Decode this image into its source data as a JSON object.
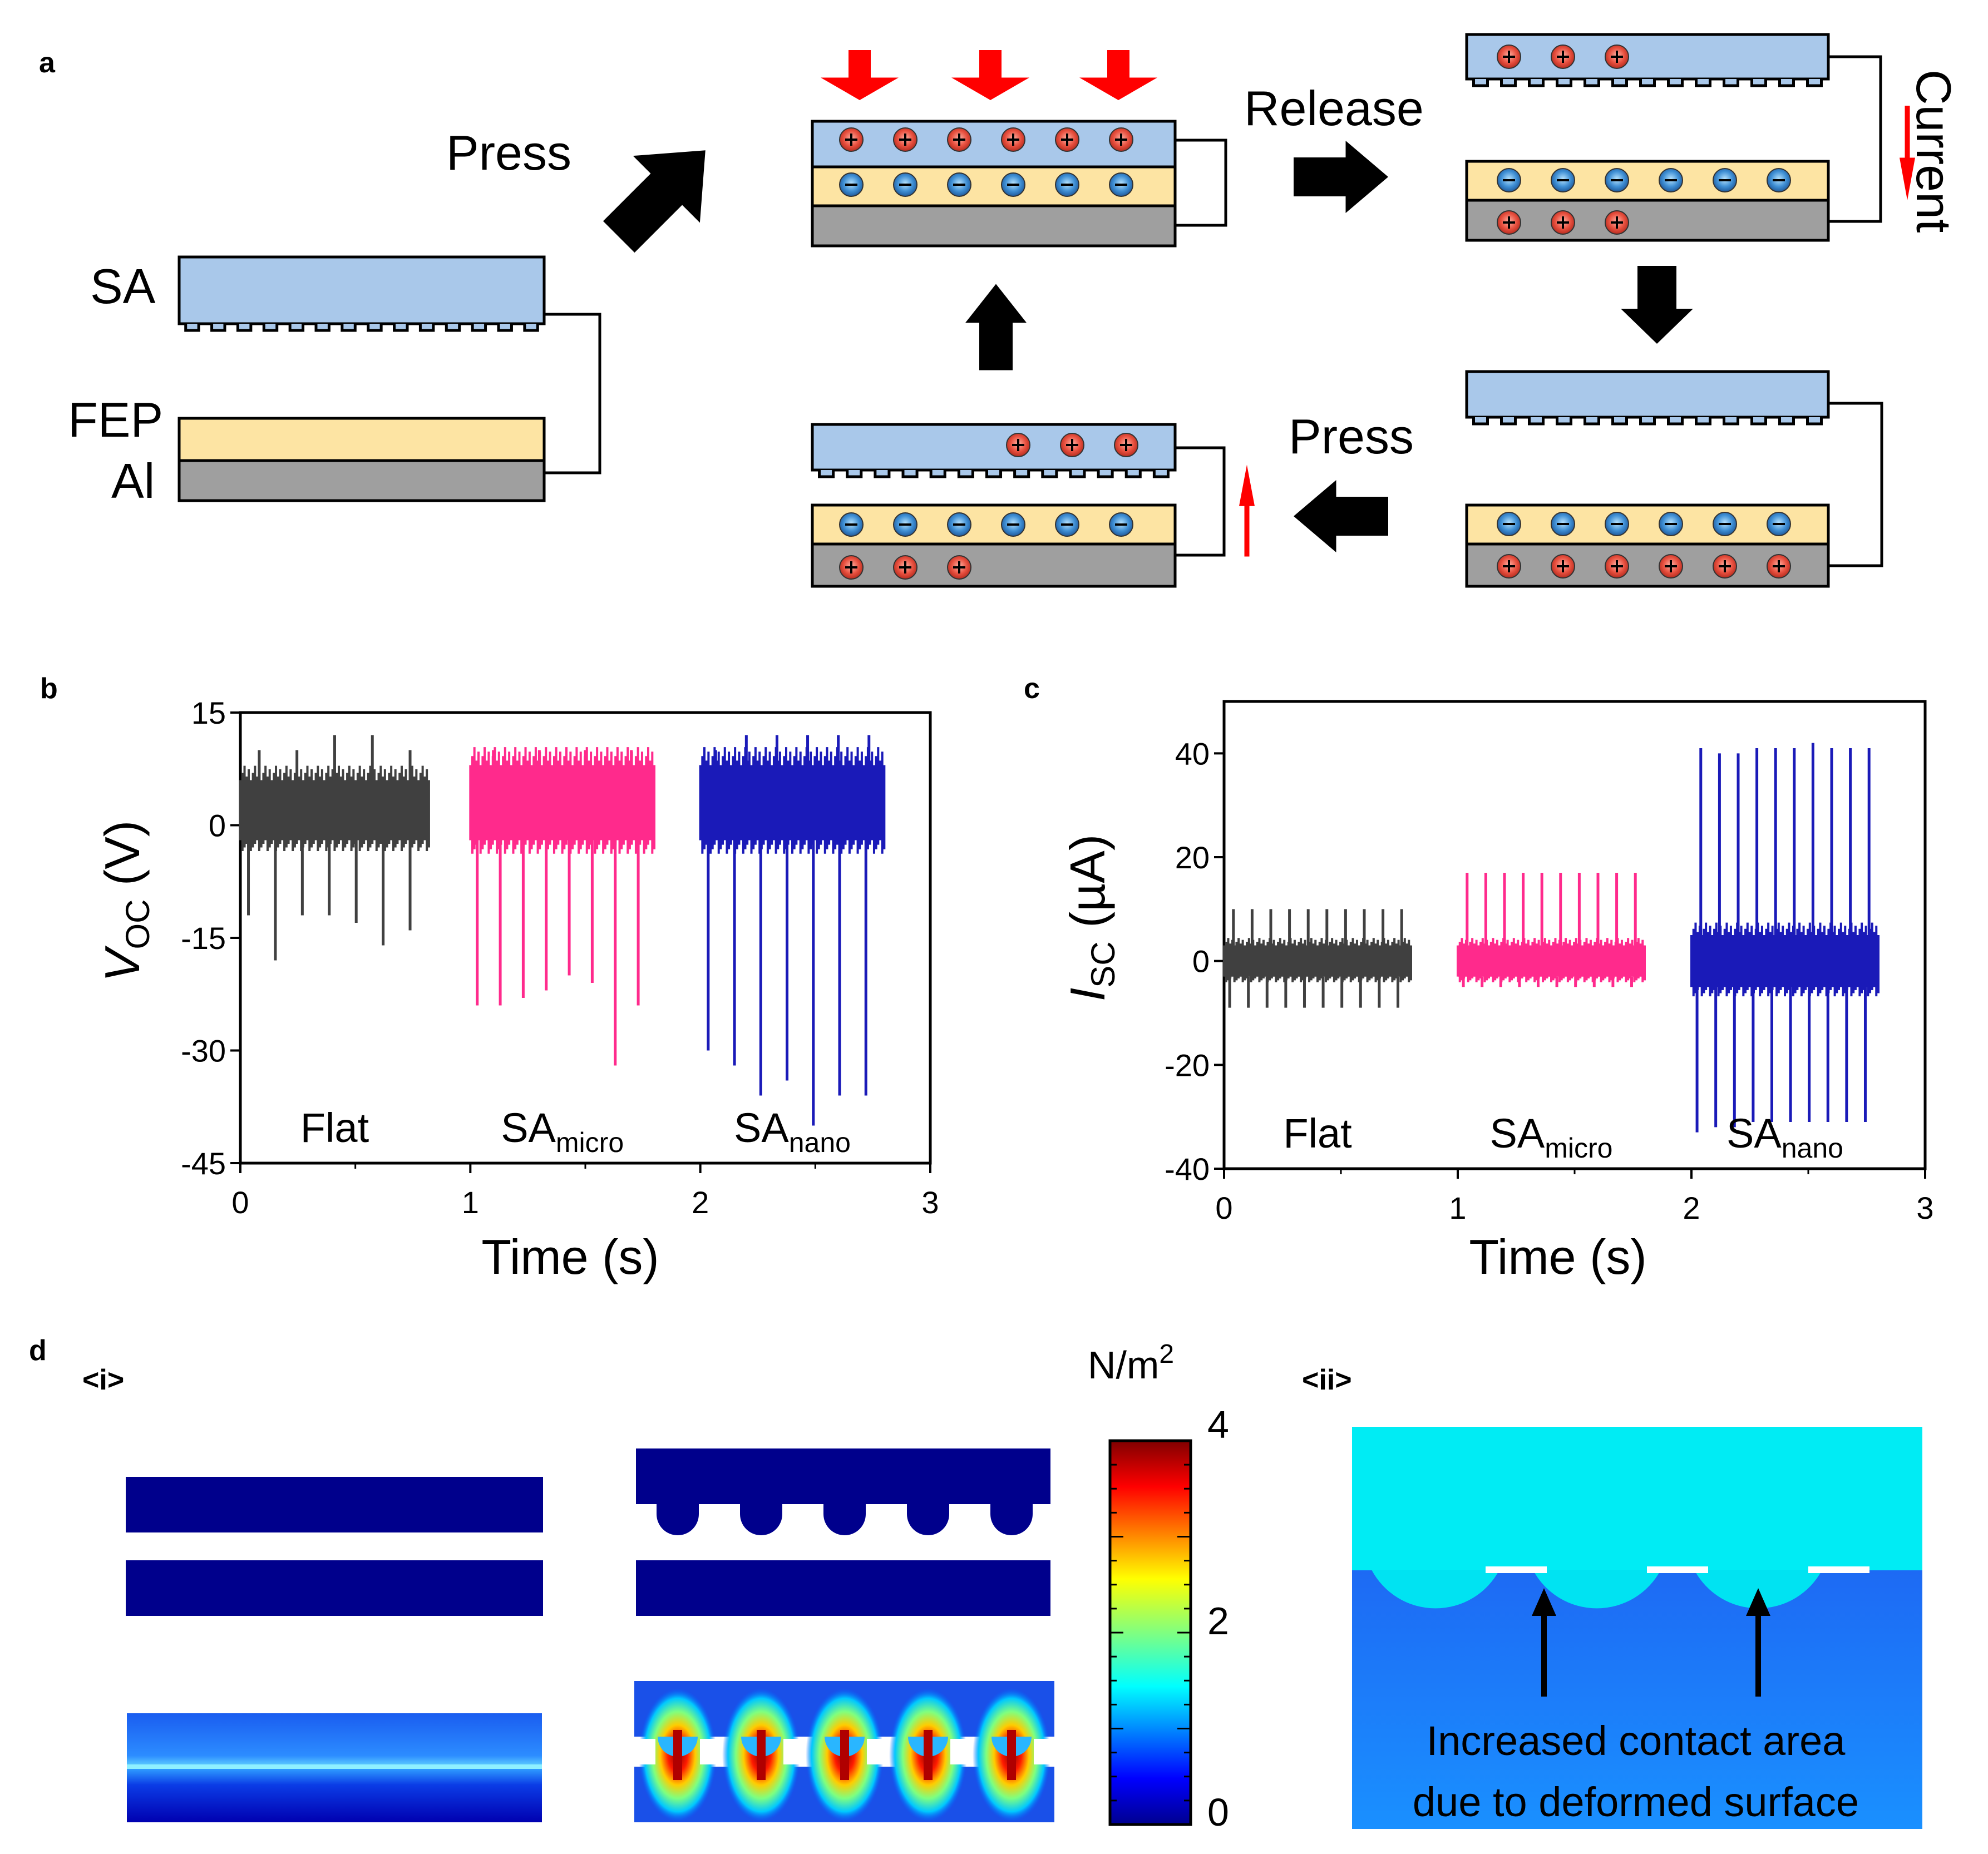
{
  "panels": {
    "a": {
      "label": "a",
      "sa": "SA",
      "fep": "FEP",
      "al": "Al",
      "press1": "Press",
      "release": "Release",
      "current": "Current",
      "press2": "Press"
    },
    "b": {
      "label": "b"
    },
    "c": {
      "label": "c"
    },
    "d": {
      "label": "d",
      "sub_i": "<i>",
      "sub_ii": "<ii>",
      "colorbar_unit": "N/m",
      "colorbar_unit_sup": "2",
      "colorbar_max": "4",
      "colorbar_mid": "2",
      "colorbar_min": "0",
      "annotation_line1": "Increased contact area",
      "annotation_line2": "due to deformed surface"
    }
  },
  "colors": {
    "flat": "#404040",
    "sa_micro": "#ff2a8c",
    "sa_nano": "#1a1ab8",
    "sa_layer": "#a9c8ea",
    "fep_layer": "#fde4a3",
    "al_layer": "#9f9f9f",
    "arrow_red": "#ff0000"
  },
  "chart_data": [
    {
      "type": "line",
      "xlabel": "Time (s)",
      "ylabel_main": "V",
      "ylabel_sub": "OC",
      "ylabel_unit": " (V)",
      "xlim": [
        0,
        3
      ],
      "ylim": [
        -45,
        15
      ],
      "xticks": [
        "0",
        "1",
        "2",
        "3"
      ],
      "yticks": [
        "15",
        "0",
        "-15",
        "-30",
        "-45"
      ],
      "series": [
        {
          "name": "Flat",
          "name_sub": "",
          "x_range": [
            0,
            0.82
          ],
          "band": [
            -2,
            6
          ],
          "pos_peaks": [
            10,
            10,
            12,
            12,
            10
          ],
          "neg_peaks": [
            -12,
            -18,
            -12,
            -12,
            -13,
            -16,
            -14
          ]
        },
        {
          "name": "SA",
          "name_sub": "micro",
          "x_range": [
            1,
            1.8
          ],
          "band": [
            -2,
            8
          ],
          "pos_peaks": [
            10,
            10,
            10,
            10
          ],
          "neg_peaks": [
            -24,
            -24,
            -23,
            -22,
            -20,
            -21,
            -32,
            -24
          ]
        },
        {
          "name": "SA",
          "name_sub": "nano",
          "x_range": [
            2,
            2.8
          ],
          "band": [
            -2,
            8
          ],
          "pos_peaks": [
            10,
            12,
            12,
            12,
            12,
            12
          ],
          "neg_peaks": [
            -30,
            -32,
            -36,
            -34,
            -40,
            -36,
            -36
          ]
        }
      ]
    },
    {
      "type": "line",
      "xlabel": "Time (s)",
      "ylabel_main": "I",
      "ylabel_sub": "SC",
      "ylabel_unit": " (µA)",
      "xlim": [
        0,
        3
      ],
      "ylim": [
        -40,
        50
      ],
      "xticks": [
        "0",
        "1",
        "2",
        "3"
      ],
      "yticks": [
        "40",
        "20",
        "0",
        "-20",
        "-40"
      ],
      "series": [
        {
          "name": "Flat",
          "name_sub": "",
          "x_range": [
            0,
            0.8
          ],
          "band": [
            -3,
            3
          ],
          "pos_peaks": [
            10,
            10,
            10,
            10,
            10,
            10,
            10,
            10,
            10,
            10
          ],
          "neg_peaks": [
            -9,
            -9,
            -9,
            -9,
            -9,
            -9,
            -9,
            -9,
            -9,
            -9
          ]
        },
        {
          "name": "SA",
          "name_sub": "micro",
          "x_range": [
            1,
            1.8
          ],
          "band": [
            -3,
            3
          ],
          "pos_peaks": [
            17,
            17,
            17,
            17,
            17,
            17,
            17,
            17,
            17,
            17
          ],
          "neg_peaks": [
            -5,
            -5,
            -5,
            -5,
            -5,
            -5,
            -5,
            -5,
            -5,
            -5
          ]
        },
        {
          "name": "SA",
          "name_sub": "nano",
          "x_range": [
            2,
            2.8
          ],
          "band": [
            -5,
            5
          ],
          "pos_peaks": [
            41,
            40,
            40,
            41,
            41,
            41,
            42,
            41,
            41,
            41
          ],
          "neg_peaks": [
            -33,
            -32,
            -32,
            -31,
            -31,
            -31,
            -31,
            -31,
            -31,
            -31
          ]
        }
      ]
    }
  ]
}
